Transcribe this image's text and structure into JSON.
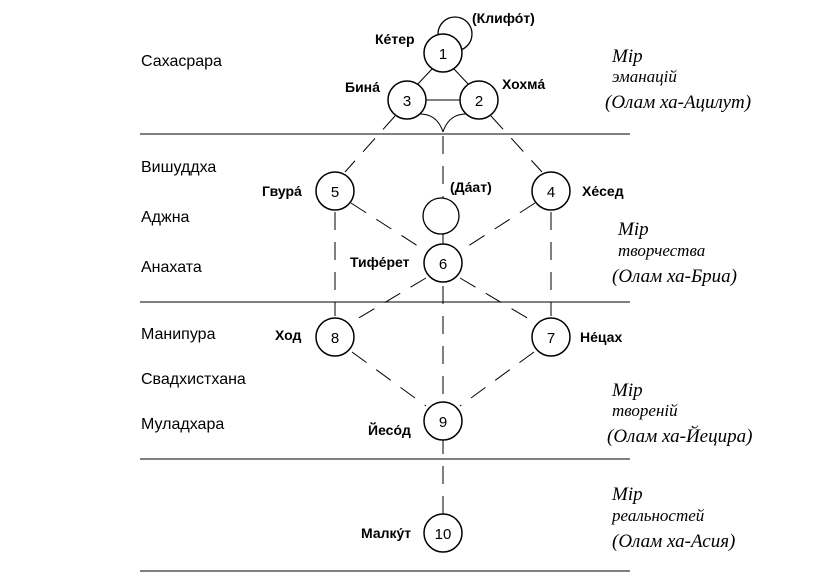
{
  "chakras": {
    "sahasrara": "Сахасрара",
    "vishuddha": "Вишуддха",
    "ajna": "Аджна",
    "anahata": "Анахата",
    "manipura": "Манипура",
    "svadhisthana": "Свадхистхана",
    "muladhara": "Муладхара"
  },
  "sefirot": {
    "keter": {
      "num": "1",
      "label": "Ке́тер"
    },
    "hochma": {
      "num": "2",
      "label": "Хохма́"
    },
    "bina": {
      "num": "3",
      "label": "Бина́"
    },
    "hesed": {
      "num": "4",
      "label": "Хе́сед"
    },
    "gvura": {
      "num": "5",
      "label": "Гвура́"
    },
    "tiferet": {
      "num": "6",
      "label": "Тифе́рет"
    },
    "netzah": {
      "num": "7",
      "label": "Не́цах"
    },
    "hod": {
      "num": "8",
      "label": "Ход"
    },
    "yesod": {
      "num": "9",
      "label": "Йесо́д"
    },
    "malkut": {
      "num": "10",
      "label": "Малку́т"
    }
  },
  "extra": {
    "klifot": "(Клифо́т)",
    "daat": "(Да́ат)"
  },
  "worlds": {
    "atzilut": {
      "line1": "Мір",
      "line2": "эманацій",
      "line3": "(Олам ха-Ацилут)"
    },
    "bria": {
      "line1": "Мір",
      "line2": "творчества",
      "line3": "(Олам ха-Бриа)"
    },
    "yetzira": {
      "line1": "Мір",
      "line2": "твореній",
      "line3": "(Олам ха-Йецира)"
    },
    "assiya": {
      "line1": "Мір",
      "line2": "реальностей",
      "line3": "(Олам ха-Асия)"
    }
  }
}
